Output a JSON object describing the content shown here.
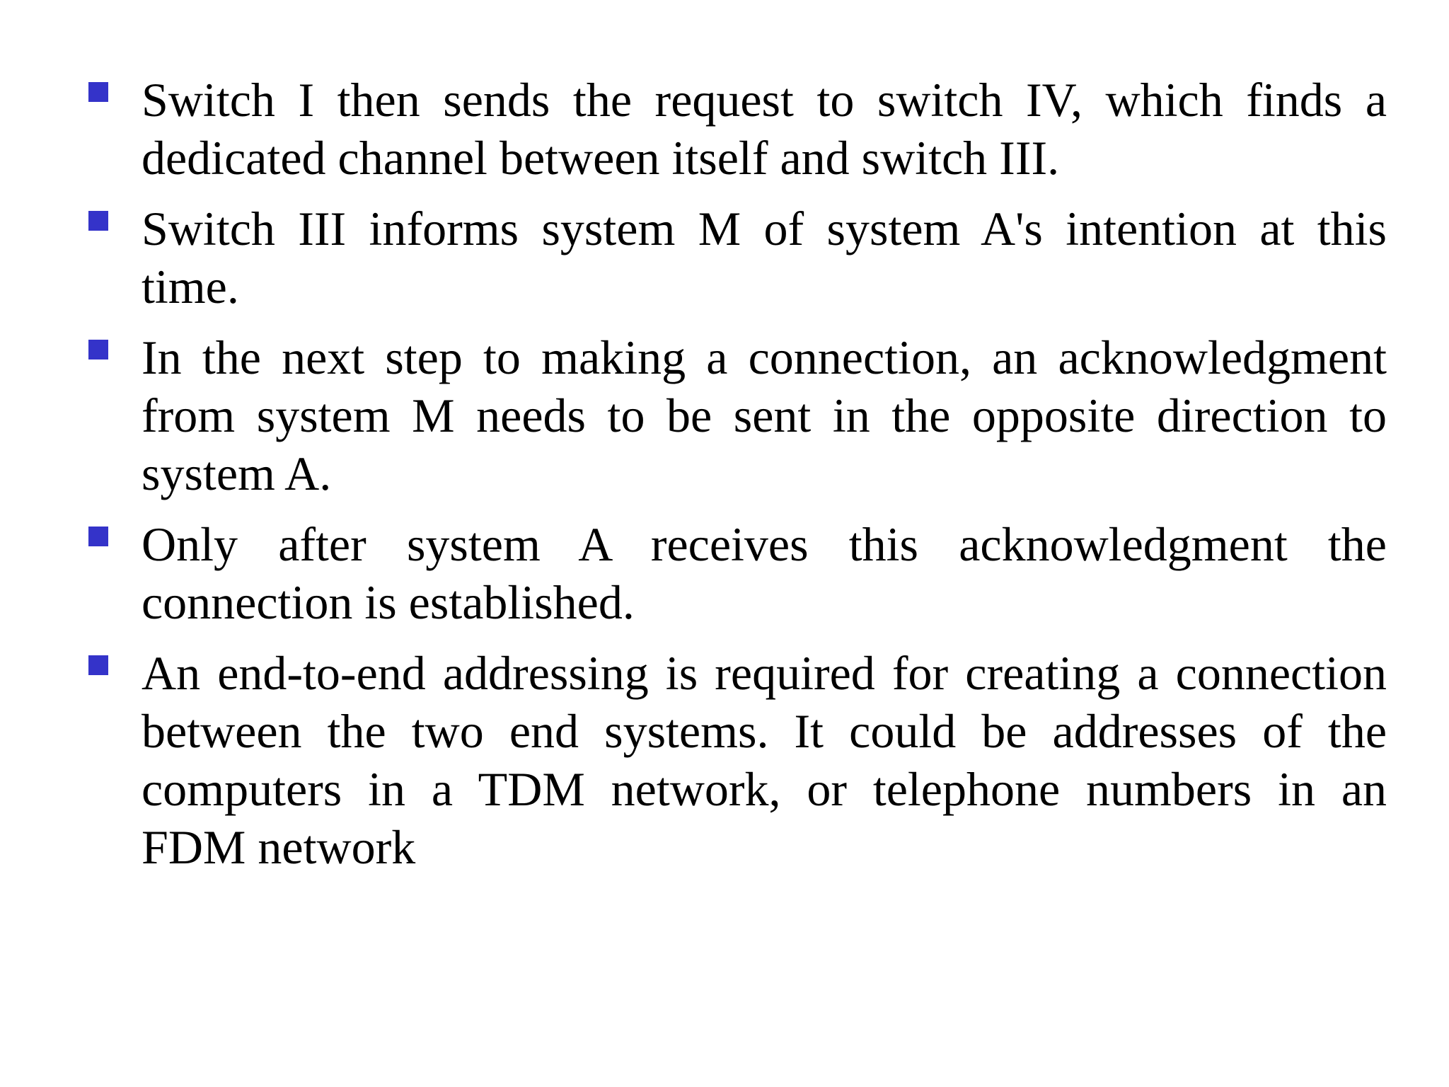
{
  "slide": {
    "background_color": "#ffffff",
    "text_color": "#000000",
    "bullet_color": "#3433c9",
    "bullet_icon": "blue-square-bullet",
    "bullets": [
      {
        "lines": [
          "Switch I then sends the request to switch IV, which finds a",
          "dedicated channel between itself and switch III."
        ]
      },
      {
        "lines": [
          "Switch III informs system M of system A's intention at this",
          "time."
        ]
      },
      {
        "lines": [
          "In the next step to making a connection, an acknowledgment",
          "from system M needs to be sent in the opposite direction to",
          "system A."
        ]
      },
      {
        "lines": [
          "Only after system A receives this acknowledgment  the",
          "connection is established."
        ]
      },
      {
        "lines": [
          "An end-to-end addressing is required for creating a connection",
          "between the two end systems. It could  be addresses of the",
          "computers in a TDM network, or telephone numbers in an",
          "FDM network"
        ]
      }
    ]
  }
}
